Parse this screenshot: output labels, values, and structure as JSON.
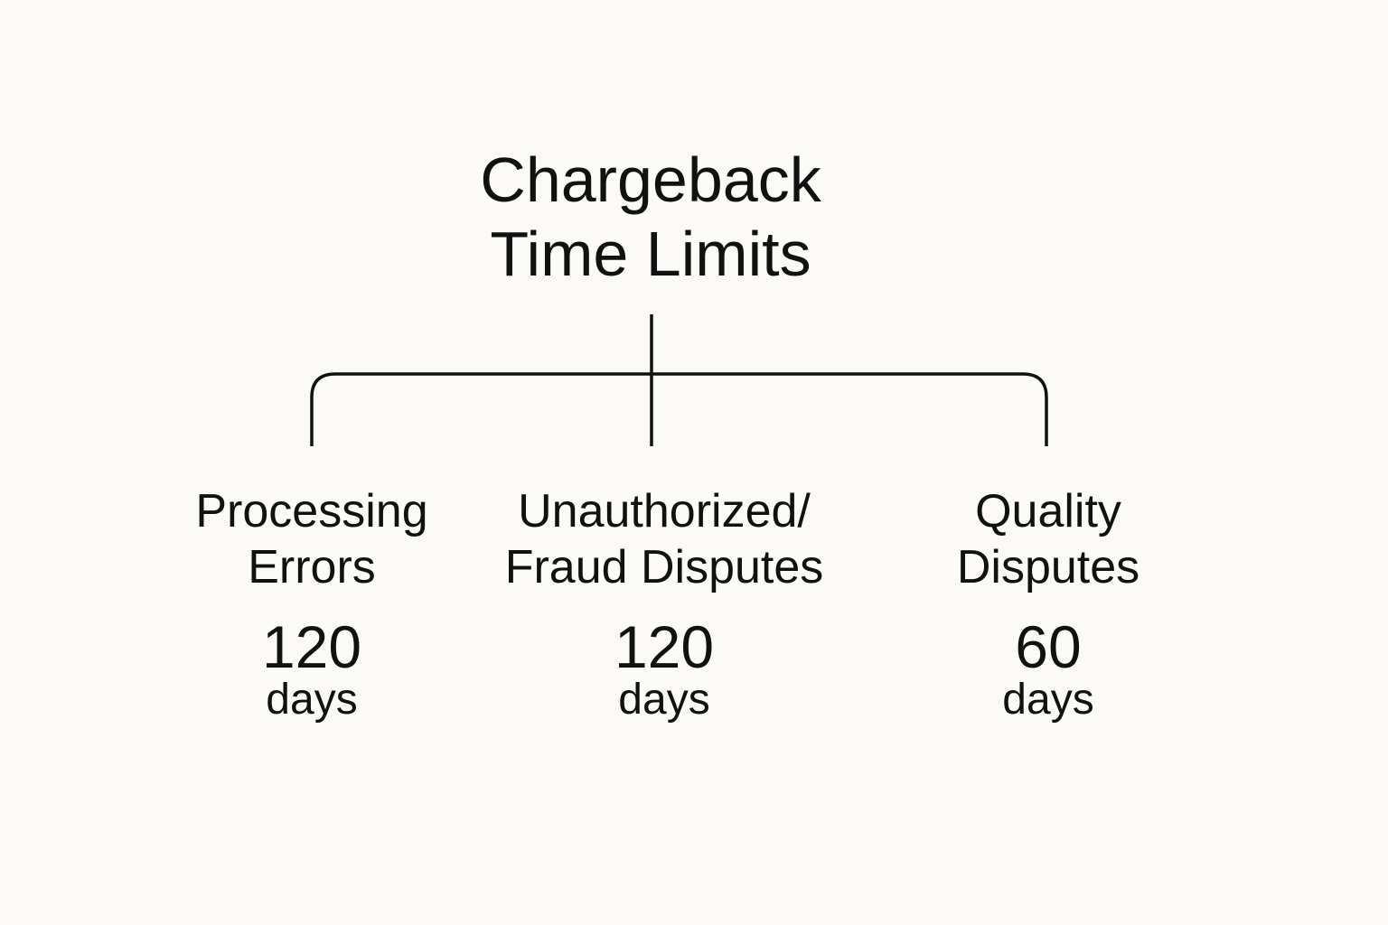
{
  "title": {
    "line1": "Chargeback",
    "line2": "Time Limits"
  },
  "branches": [
    {
      "label_line1": "Processing",
      "label_line2": "Errors",
      "value": "120",
      "unit": "days"
    },
    {
      "label_line1": "Unauthorized/",
      "label_line2": "Fraud Disputes",
      "value": "120",
      "unit": "days"
    },
    {
      "label_line1": "Quality",
      "label_line2": "Disputes",
      "value": "60",
      "unit": "days"
    }
  ],
  "colors": {
    "background": "#fbfaf6",
    "text": "#111111",
    "lines": "#111111"
  }
}
